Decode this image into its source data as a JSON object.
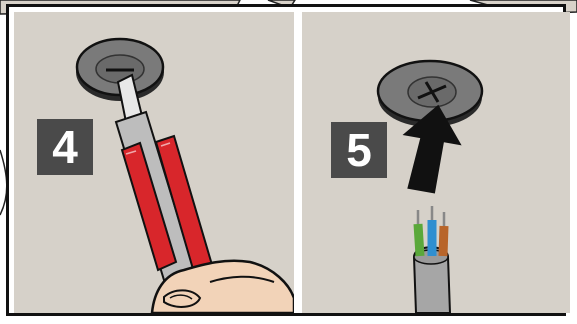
{
  "steps": [
    {
      "number": "4",
      "action": "cut-slit-in-grommet",
      "icon": "utility-knife-icon"
    },
    {
      "number": "5",
      "action": "push-cable-through-grommet",
      "icon": "up-arrow-icon"
    }
  ],
  "cable": {
    "wire_colors": [
      "#5aa83a",
      "#2f8fd0",
      "#b8652a"
    ],
    "sheath_color": "#a6a6a6"
  },
  "colors": {
    "panel_background": "#d6d1c9",
    "badge_background": "#4a4a4a",
    "badge_text": "#ffffff",
    "grommet": "#777777",
    "knife_handle": "#d8262b"
  }
}
